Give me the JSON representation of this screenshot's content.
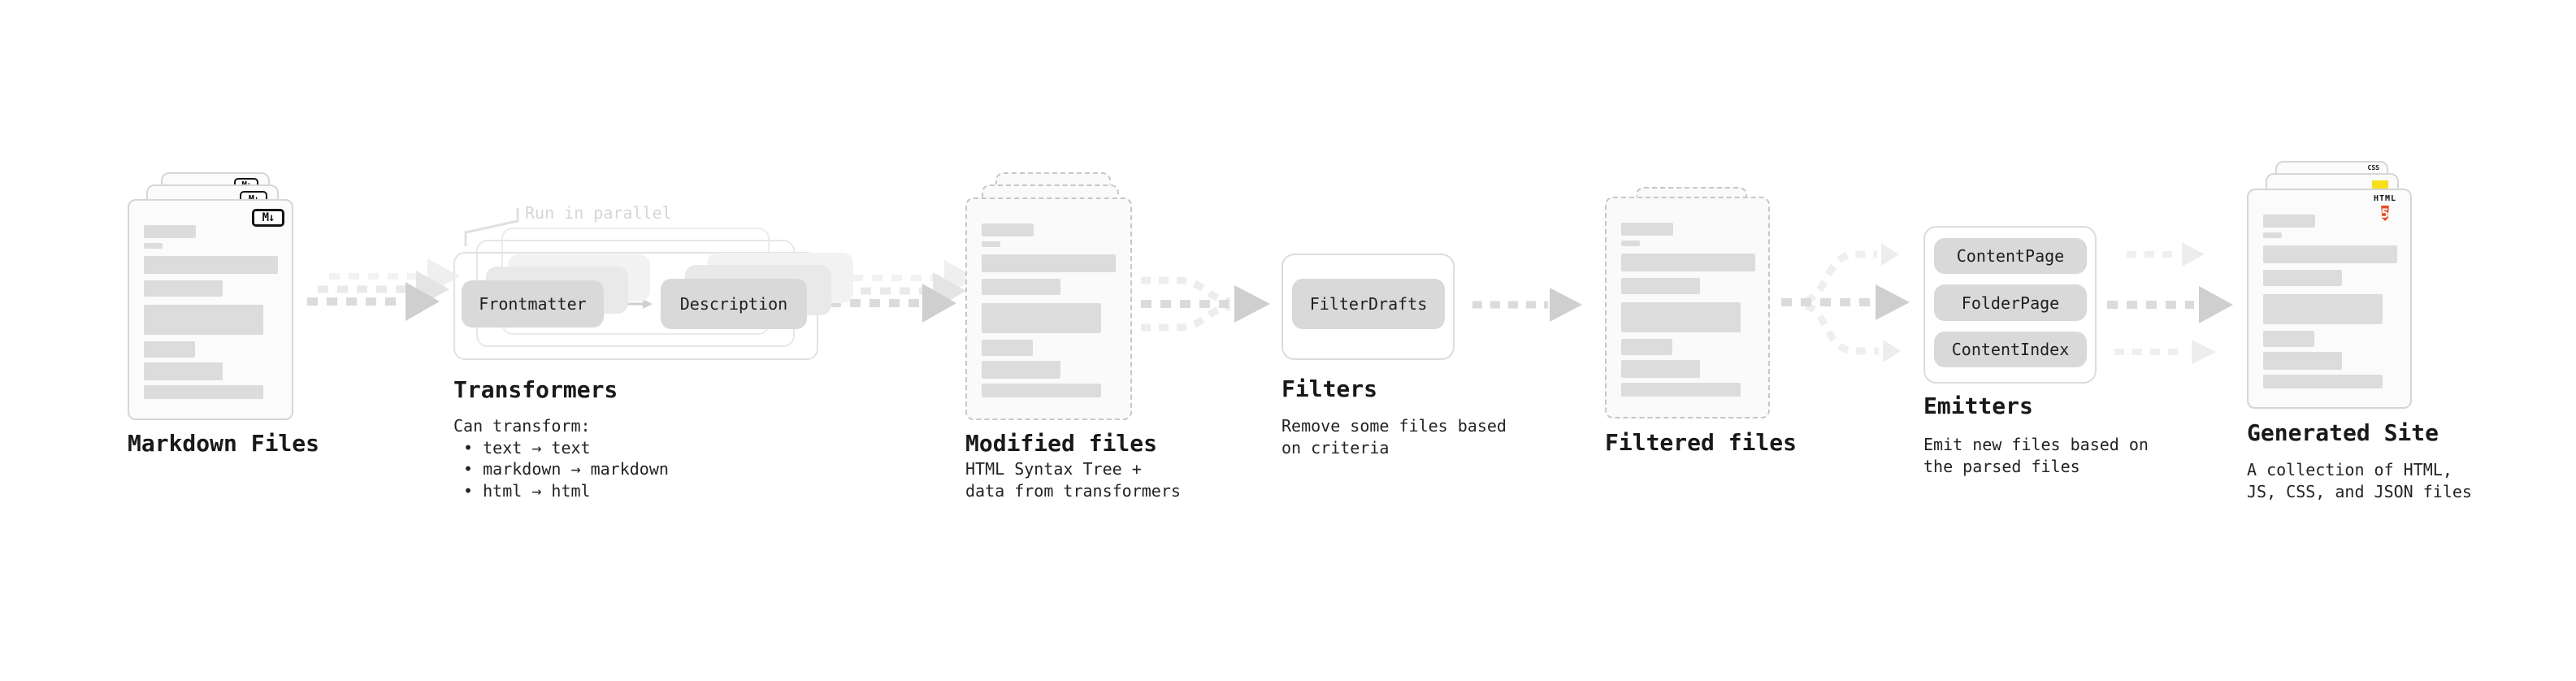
{
  "markdown": {
    "label": "Markdown Files",
    "badge": "M↓"
  },
  "transformers": {
    "callout": "Run in parallel",
    "pill_left": "Frontmatter",
    "pill_right": "Description",
    "title": "Transformers",
    "notes": [
      "Can transform:",
      " • text → text",
      " • markdown → markdown",
      " • html → html"
    ]
  },
  "modified": {
    "label": "Modified files",
    "subtitle": "HTML Syntax Tree +\ndata from transformers"
  },
  "filters": {
    "title": "Filters",
    "pill": "FilterDrafts",
    "subtitle": "Remove some files based\non criteria"
  },
  "filtered": {
    "label": "Filtered files"
  },
  "emitters": {
    "title": "Emitters",
    "pills": [
      "ContentPage",
      "FolderPage",
      "ContentIndex"
    ],
    "subtitle": "Emit new files based on\nthe parsed files"
  },
  "generated": {
    "label": "Generated Site",
    "subtitle": "A collection of HTML,\nJS, CSS, and JSON files",
    "html5_badge_top": "HTML",
    "html5_badge_number": "5",
    "css_badge": "CSS"
  },
  "colors": {
    "html5_orange": "#e44d26",
    "js_yellow": "#f7df1e",
    "css_blue": "#2965f1",
    "arrow_dark": "#d6d6d6",
    "arrow_light": "#efefef",
    "pill_gray": "#d9d9d9"
  }
}
